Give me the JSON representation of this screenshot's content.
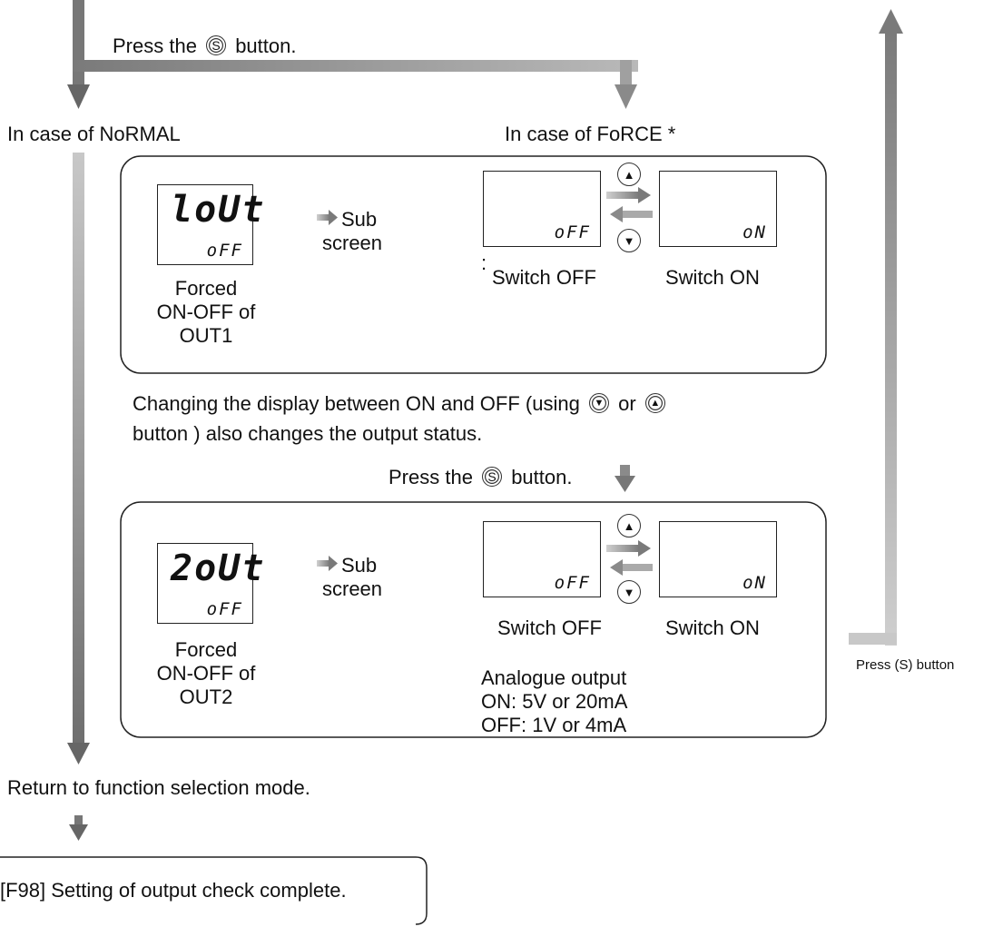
{
  "top": {
    "press_prefix": "Press the",
    "press_symbol": "S",
    "press_suffix": "button.",
    "normal_label": "In case of NoRMAL",
    "force_label": "In case of FoRCE *"
  },
  "panel1": {
    "main_display": "loUt",
    "sub_display": "oFF",
    "caption": [
      "Forced",
      "ON-OFF of",
      "OUT1"
    ],
    "sub_screen": [
      "Sub",
      "screen"
    ],
    "off_display": "oFF",
    "on_display": "oN",
    "up_symbol": "▲",
    "down_symbol": "▼",
    "off_label": "Switch OFF",
    "on_label": "Switch ON",
    "stray_mark": ":"
  },
  "note": {
    "line1_prefix": "Changing the display between ON and OFF (using",
    "line1_down": "▼",
    "line1_or": "or",
    "line1_up": "▲",
    "line2": "button ) also changes the output status."
  },
  "press2": {
    "prefix": "Press the",
    "symbol": "S",
    "suffix": "button."
  },
  "panel2": {
    "main_display": "2oUt",
    "sub_display": "oFF",
    "caption": [
      "Forced",
      "ON-OFF of",
      "OUT2"
    ],
    "sub_screen": [
      "Sub",
      "screen"
    ],
    "off_display": "oFF",
    "on_display": "oN",
    "up_symbol": "▲",
    "down_symbol": "▼",
    "off_label": "Switch OFF",
    "on_label": "Switch ON",
    "analogue": [
      "Analogue output",
      "ON: 5V or 20mA",
      "OFF: 1V or 4mA"
    ]
  },
  "return_label": "Return to function selection mode.",
  "final_box": "[F98] Setting of output check complete.",
  "right_label": "Press (S) button",
  "colors": {
    "arrow_dark": "#6a6a6a",
    "arrow_light": "#bdbdbd",
    "box_stroke": "#222222"
  }
}
